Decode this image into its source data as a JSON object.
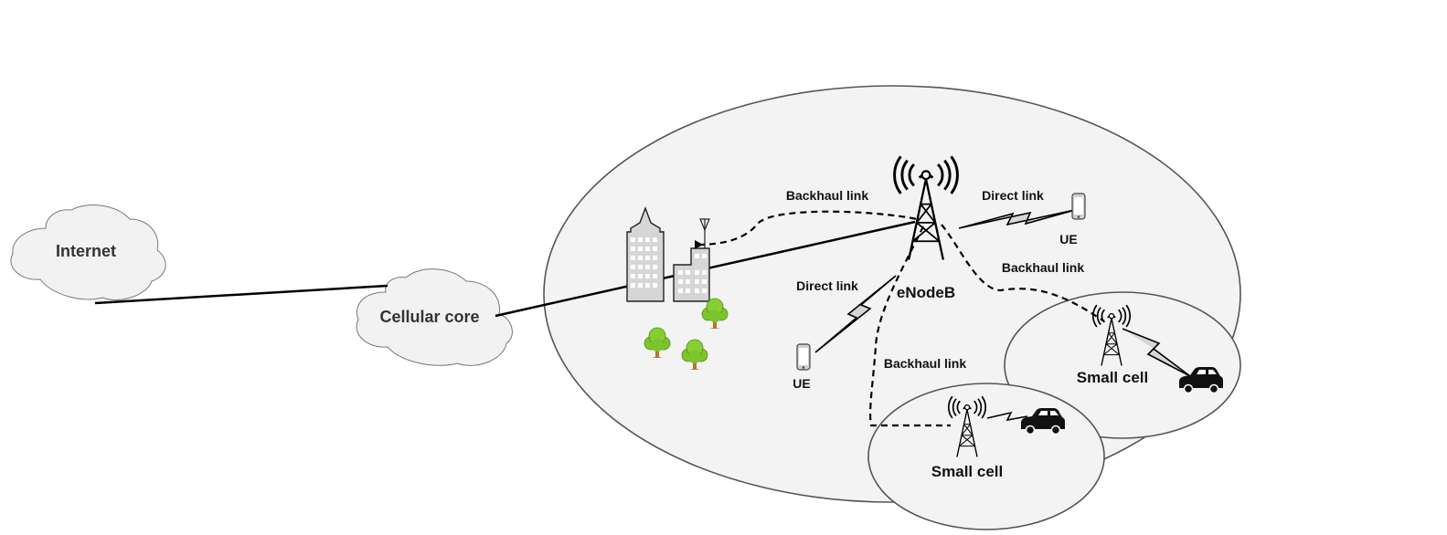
{
  "clouds": {
    "internet": "Internet",
    "cellular_core": "Cellular core"
  },
  "labels": {
    "enodeb": "eNodeB",
    "backhaul_top": "Backhaul link",
    "backhaul_right": "Backhaul link",
    "backhaul_bottom": "Backhaul link",
    "direct_right": "Direct link",
    "direct_left": "Direct link",
    "ue_right": "UE",
    "ue_left": "UE",
    "small_cell_right": "Small cell",
    "small_cell_bottom": "Small cell"
  },
  "colors": {
    "region_fill": "#f3f3f3",
    "region_stroke": "#555555",
    "cloud_fill": "#f2f2f2",
    "building_fill": "#d6d6d6",
    "tree_green": "#7cc42c",
    "tree_trunk": "#b5772f"
  },
  "icons": [
    "cloud-icon",
    "building-icon",
    "tree-icon",
    "tower-icon",
    "phone-icon",
    "car-icon",
    "antenna-icon"
  ]
}
